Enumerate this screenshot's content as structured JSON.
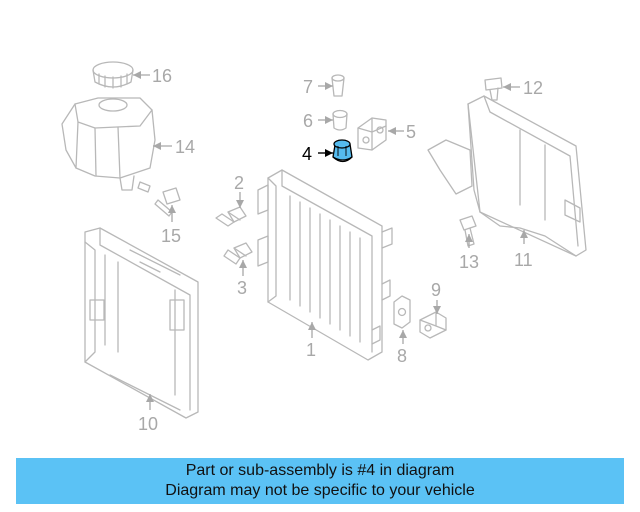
{
  "diagram": {
    "highlight_color": "#55bbee",
    "banner_color": "#5bc2f5",
    "callouts": [
      "1",
      "2",
      "3",
      "4",
      "5",
      "6",
      "7",
      "8",
      "9",
      "10",
      "11",
      "12",
      "13",
      "14",
      "15",
      "16"
    ],
    "highlighted_callout": "4"
  },
  "banner": {
    "line1": "Part or sub-assembly is #4 in diagram",
    "line2": "Diagram may not be specific to your vehicle"
  }
}
